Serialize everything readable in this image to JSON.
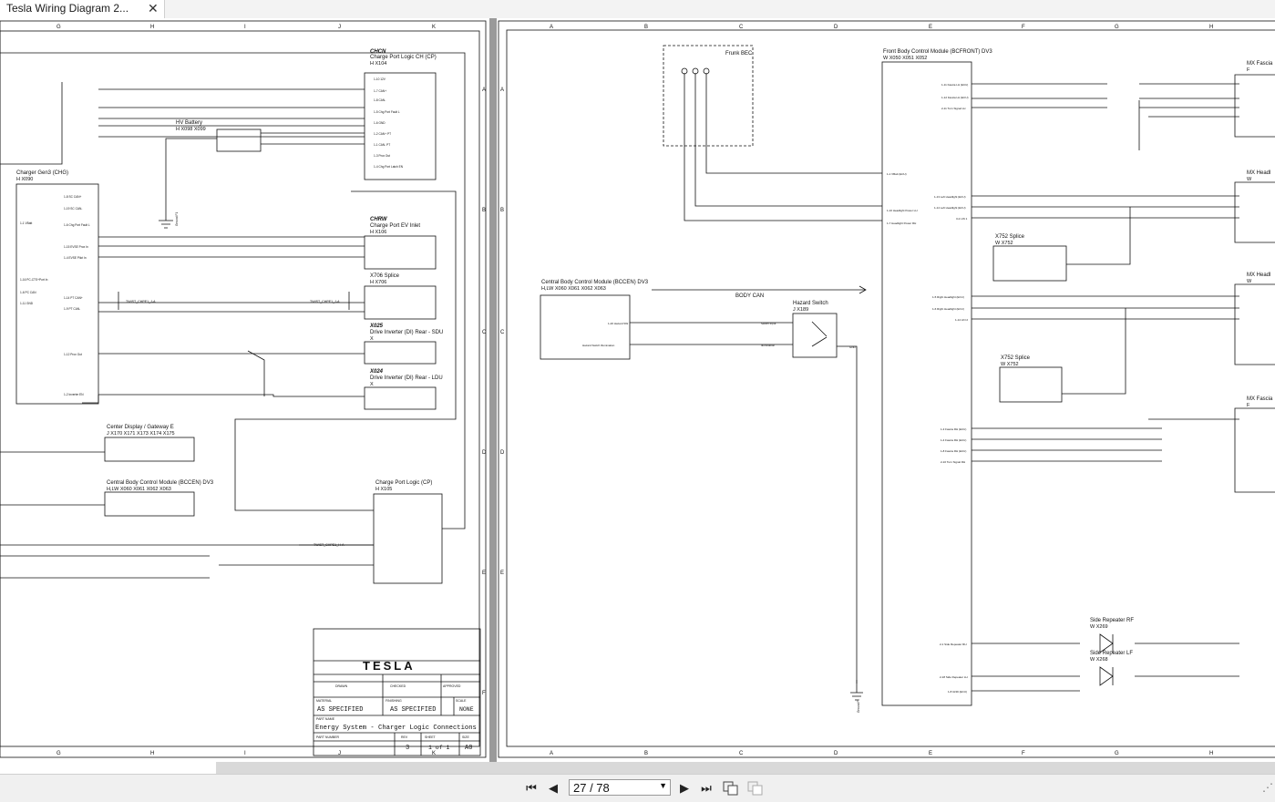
{
  "tab": {
    "title": "Tesla Wiring Diagram 2...",
    "close": "✕"
  },
  "nav": {
    "first": "⏮",
    "prev": "◀",
    "next": "▶",
    "last": "⏭",
    "page_display": "27 / 78",
    "dropdown": "▼",
    "resize": "⋰"
  },
  "left_sheet": {
    "col_letters": [
      "G",
      "H",
      "I",
      "J",
      "K"
    ],
    "row_letters": [
      "A",
      "B",
      "C",
      "D",
      "E",
      "F"
    ],
    "components": {
      "cp_code": "CHCN",
      "cp_name": "Charge Port Logic CH (CP)",
      "cp_ref": "H       X104",
      "cp_pins": [
        "1-10 12V",
        "1-7 CAN+",
        "1-8 CAN-",
        "1-5 Chg Port Fault L",
        "1-6 GND",
        "1-2 CAN+ PT",
        "1-1 CAN- PT",
        "1-3 Prox Out",
        "1-4 Chg Port Latch EN"
      ],
      "hv_name": "HV Battery",
      "hv_ref": "H   X098   X099",
      "charger_name": "Charger Gen3 (CHG)",
      "charger_ref": "H       X090",
      "charger_pins": [
        "1-8 SC CAN+",
        "1-19 SC CAN-",
        "1-1 VBatt",
        "1-6 Chg Port Fault L",
        "1-15 EVSE Prox In",
        "1-4 EVSE Pilot In",
        "1-16 PC-CTS+Port In",
        "1-6 PC CAN",
        "1-11 GND",
        "1-14 PT CAN+",
        "1-9 PT CAN-",
        "1-12 Prox Out",
        "1-2 Inverter EN"
      ],
      "chrw_code": "CHRW",
      "chrw_name": "Charge Port EV Inlet",
      "chrw_ref": "H       X106",
      "x706_name": "X706 Splice",
      "x706_ref": "H       X706",
      "x025_code": "X025",
      "x025_name": "Drive Inverter (DI) Rear - SDU",
      "x025_ref": "X",
      "x024_code": "X024",
      "x024_name": "Drive Inverter (DI) Rear - LDU",
      "x024_ref": "X",
      "cdgw_name": "Center Display / Gateway E",
      "cdgw_ref": "J    X170   X171   X173   X174   X175",
      "bccen_name": "Central Body Control Module (BCCEN) DV3",
      "bccen_ref": "H,LW   X060   X061   X062   X063",
      "cpl_name": "Charge Port Logic (CP)",
      "cpl_ref": "H       X105",
      "twist1": "TWIST_CHPE1_J-A",
      "twist2": "TWIST_CHPE1_J-A",
      "twist3": "TWIST_CHPE1_H-A",
      "ground": "Ground F1"
    },
    "title_block": {
      "logo": "TESLA",
      "drawn": "DRAWN",
      "checked": "CHECKED",
      "approved": "APPROVED",
      "material_label": "MATERIAL",
      "material": "AS SPECIFIED",
      "finishing_label": "FINISHING",
      "finishing": "AS SPECIFIED",
      "scale_label": "SCALE",
      "scale": "NONE",
      "part_name_label": "PART NAME",
      "part_name": "Energy System - Charger Logic Connections",
      "part_number_label": "PART NUMBER",
      "rev_label": "REV",
      "rev": "3",
      "sheet_label": "SHEET",
      "sheet": "1 of 1",
      "size_label": "SIZE",
      "size": "A0"
    }
  },
  "right_sheet": {
    "col_letters": [
      "A",
      "B",
      "C",
      "D",
      "E",
      "F",
      "G",
      "H"
    ],
    "row_letters": [
      "A",
      "B",
      "C",
      "D",
      "E"
    ],
    "components": {
      "frunk_name": "Frunk BEC",
      "bcfront_name": "Front Body Control Module (BCFRONT) DV3",
      "bcfront_ref": "W       X050   X051   X052",
      "bcfront_pins": [
        "1-11 Fascia LH (ECU)",
        "1-12 Fascia LH (ECU)",
        "2-11 Turn Signal LH",
        "1-1 VBatt (ECU)",
        "1-13 Left Headlight (ECU)",
        "1-14 Left Headlight (ECU)",
        "3-2 LIN 1",
        "1-10 Headlight Power LH",
        "1-7 Headlight Power RH",
        "1-5 Right Headlight (ECU)",
        "1-6 Right Headlight (ECU)",
        "1-14 LIN 2",
        "1-3 Fascia RH (ECU)",
        "1-4 Fascia RH (ECU)",
        "1-8 Fascia RH (ECU)",
        "2-10 Turn Signal RH",
        "2-1 Side Repeater RH",
        "2-18 Side Repeater LH",
        "1-8 GND (ECU)"
      ],
      "bccen_name": "Central Body Control Module (BCCEN) DV3",
      "bccen_ref": "H,LW   X060   X061   X062   X063",
      "bccen_pins": [
        "1-26 Hazard SW",
        "Hazard Switch Illumination"
      ],
      "body_can": "BODY CAN",
      "hazard_name": "Hazard Switch",
      "hazard_ref": "J         X189",
      "hazard_pins": [
        "Switch Input",
        "Illumination",
        "GND"
      ],
      "x752a_name": "X752 Splice",
      "x752a_ref": "W       X752",
      "x752b_name": "X752 Splice",
      "x752b_ref": "W       X752",
      "mxf1_name": "MX Fascia",
      "mxf1_ref": "F",
      "mxh1_name": "MX Headl",
      "mxh1_ref": "W",
      "mxh2_name": "MX Headl",
      "mxh2_ref": "W",
      "mxf2_name": "MX Fascia",
      "mxf2_ref": "F",
      "srf_name": "Side Repeater RF",
      "srf_ref": "W       X269",
      "slf_name": "Side Repeater LF",
      "slf_ref": "W       X268",
      "ground": "Ground FL"
    }
  },
  "colors": {
    "viewer_bg": "#9a9a9a",
    "line": "#111111",
    "page": "#ffffff"
  }
}
